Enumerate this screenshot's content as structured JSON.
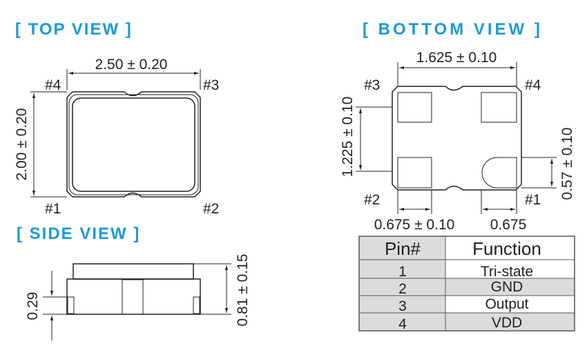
{
  "views": {
    "top": "[ TOP VIEW ]",
    "bottom": "[ BOTTOM  VIEW ]",
    "side": "[ SIDE VIEW ]"
  },
  "top_view": {
    "width_dim": "2.50 ± 0.20",
    "height_dim": "2.00 ± 0.20",
    "pins": [
      "#1",
      "#2",
      "#3",
      "#4"
    ]
  },
  "bottom_view": {
    "pitch_dim": "1.625 ± 0.10",
    "vertical_dim": "1.225 ± 0.10",
    "pad_height_dim": "0.57 ± 0.10",
    "pad_width_dim": "0.675 ± 0.10",
    "pad_width_dim2": "0.675",
    "pins": [
      "#1",
      "#2",
      "#3",
      "#4"
    ]
  },
  "side_view": {
    "pad_height_dim": "0.29",
    "total_height_dim": "0.81 ± 0.15"
  },
  "pin_table": {
    "headers": [
      "Pin#",
      "Function"
    ],
    "rows": [
      {
        "pin": "1",
        "function": "Tri-state"
      },
      {
        "pin": "2",
        "function": "GND"
      },
      {
        "pin": "3",
        "function": "Output"
      },
      {
        "pin": "4",
        "function": "VDD"
      }
    ]
  },
  "colors": {
    "title": "#1a9ad6",
    "table_shade": "#dcdcdc"
  }
}
